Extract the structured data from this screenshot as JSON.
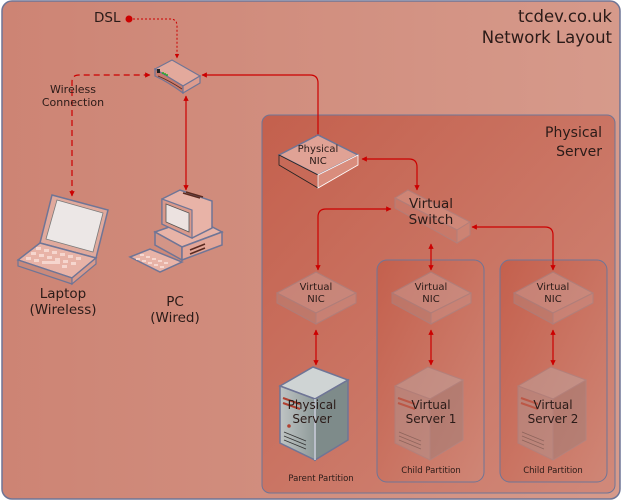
{
  "title": {
    "line1": "tcdev.co.uk",
    "line2": "Network Layout"
  },
  "colors": {
    "background": "#d18a7b",
    "server_panel": "#c96e5c",
    "partition": "#c8705e",
    "border": "#6f7596",
    "arrow": "#cc0000",
    "text": "#2b1b18"
  },
  "nodes": {
    "dsl": {
      "label": "DSL"
    },
    "router": {
      "label": ""
    },
    "wireless": {
      "line1": "Wireless",
      "line2": "Connection"
    },
    "laptop": {
      "line1": "Laptop",
      "line2": "(Wireless)"
    },
    "pc": {
      "line1": "PC",
      "line2": "(Wired)"
    },
    "physical_server_group": {
      "line1": "Physical",
      "line2": "Server"
    },
    "physical_nic": {
      "line1": "Physical",
      "line2": "NIC"
    },
    "virtual_switch": {
      "line1": "Virtual",
      "line2": "Switch"
    },
    "vnic_parent": {
      "line1": "Virtual",
      "line2": "NIC"
    },
    "vnic_child1": {
      "line1": "Virtual",
      "line2": "NIC"
    },
    "vnic_child2": {
      "line1": "Virtual",
      "line2": "NIC"
    },
    "physical_server": {
      "line1": "Physical",
      "line2": "Server"
    },
    "virtual_server1": {
      "line1": "Virtual",
      "line2": "Server 1"
    },
    "virtual_server2": {
      "line1": "Virtual",
      "line2": "Server 2"
    }
  },
  "partitions": {
    "parent": "Parent Partition",
    "child1": "Child Partition",
    "child2": "Child Partition"
  },
  "connections": [
    {
      "from": "DSL",
      "to": "Router",
      "style": "dotted"
    },
    {
      "from": "Router",
      "to": "Laptop",
      "style": "dashed",
      "label": "Wireless Connection"
    },
    {
      "from": "Router",
      "to": "PC",
      "style": "solid"
    },
    {
      "from": "Router",
      "to": "Physical NIC",
      "style": "solid"
    },
    {
      "from": "Physical NIC",
      "to": "Virtual Switch",
      "style": "solid"
    },
    {
      "from": "Virtual Switch",
      "to": "Virtual NIC (Parent)",
      "style": "solid"
    },
    {
      "from": "Virtual Switch",
      "to": "Virtual NIC (Child 1)",
      "style": "solid"
    },
    {
      "from": "Virtual Switch",
      "to": "Virtual NIC (Child 2)",
      "style": "solid"
    },
    {
      "from": "Virtual NIC (Parent)",
      "to": "Physical Server",
      "style": "solid"
    },
    {
      "from": "Virtual NIC (Child 1)",
      "to": "Virtual Server 1",
      "style": "solid"
    },
    {
      "from": "Virtual NIC (Child 2)",
      "to": "Virtual Server 2",
      "style": "solid"
    }
  ]
}
